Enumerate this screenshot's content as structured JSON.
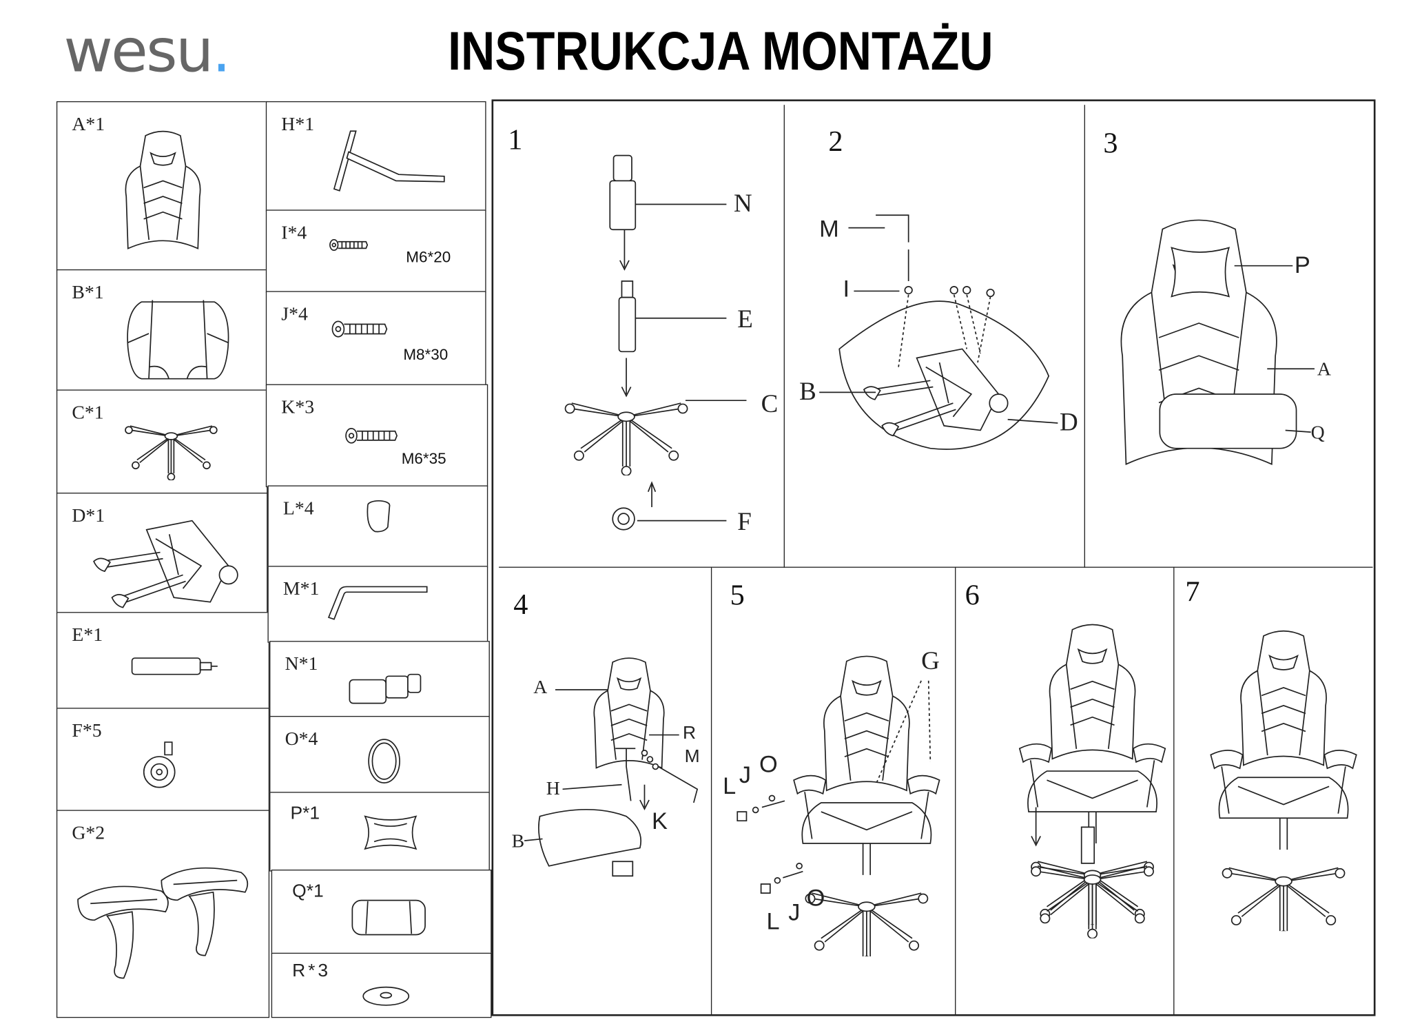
{
  "header": {
    "logo": "wesu",
    "logo_dot": ".",
    "title": "INSTRUKCJA MONTAŻU"
  },
  "parts": [
    {
      "id": "A",
      "label": "A*1"
    },
    {
      "id": "B",
      "label": "B*1"
    },
    {
      "id": "C",
      "label": "C*1"
    },
    {
      "id": "D",
      "label": "D*1"
    },
    {
      "id": "E",
      "label": "E*1"
    },
    {
      "id": "F",
      "label": "F*5"
    },
    {
      "id": "G",
      "label": "G*2"
    },
    {
      "id": "H",
      "label": "H*1"
    },
    {
      "id": "I",
      "label": "I*4",
      "spec": "M6*20"
    },
    {
      "id": "J",
      "label": "J*4",
      "spec": "M8*30"
    },
    {
      "id": "K",
      "label": "K*3",
      "spec": "M6*35"
    },
    {
      "id": "L",
      "label": "L*4"
    },
    {
      "id": "M",
      "label": "M*1"
    },
    {
      "id": "N",
      "label": "N*1"
    },
    {
      "id": "O",
      "label": "O*4"
    },
    {
      "id": "P",
      "label": "P*1"
    },
    {
      "id": "Q",
      "label": "Q*1"
    },
    {
      "id": "R",
      "label": "R*3"
    }
  ],
  "steps": [
    {
      "number": "1",
      "callouts": [
        "N",
        "E",
        "C",
        "F"
      ]
    },
    {
      "number": "2",
      "callouts": [
        "M",
        "I",
        "B",
        "D"
      ]
    },
    {
      "number": "3",
      "callouts": [
        "P",
        "A",
        "Q"
      ]
    },
    {
      "number": "4",
      "callouts": [
        "A",
        "R",
        "M",
        "H",
        "K",
        "B"
      ]
    },
    {
      "number": "5",
      "callouts": [
        "G",
        "L",
        "J",
        "O",
        "L",
        "J",
        "O"
      ]
    },
    {
      "number": "6",
      "callouts": []
    },
    {
      "number": "7",
      "callouts": []
    }
  ]
}
